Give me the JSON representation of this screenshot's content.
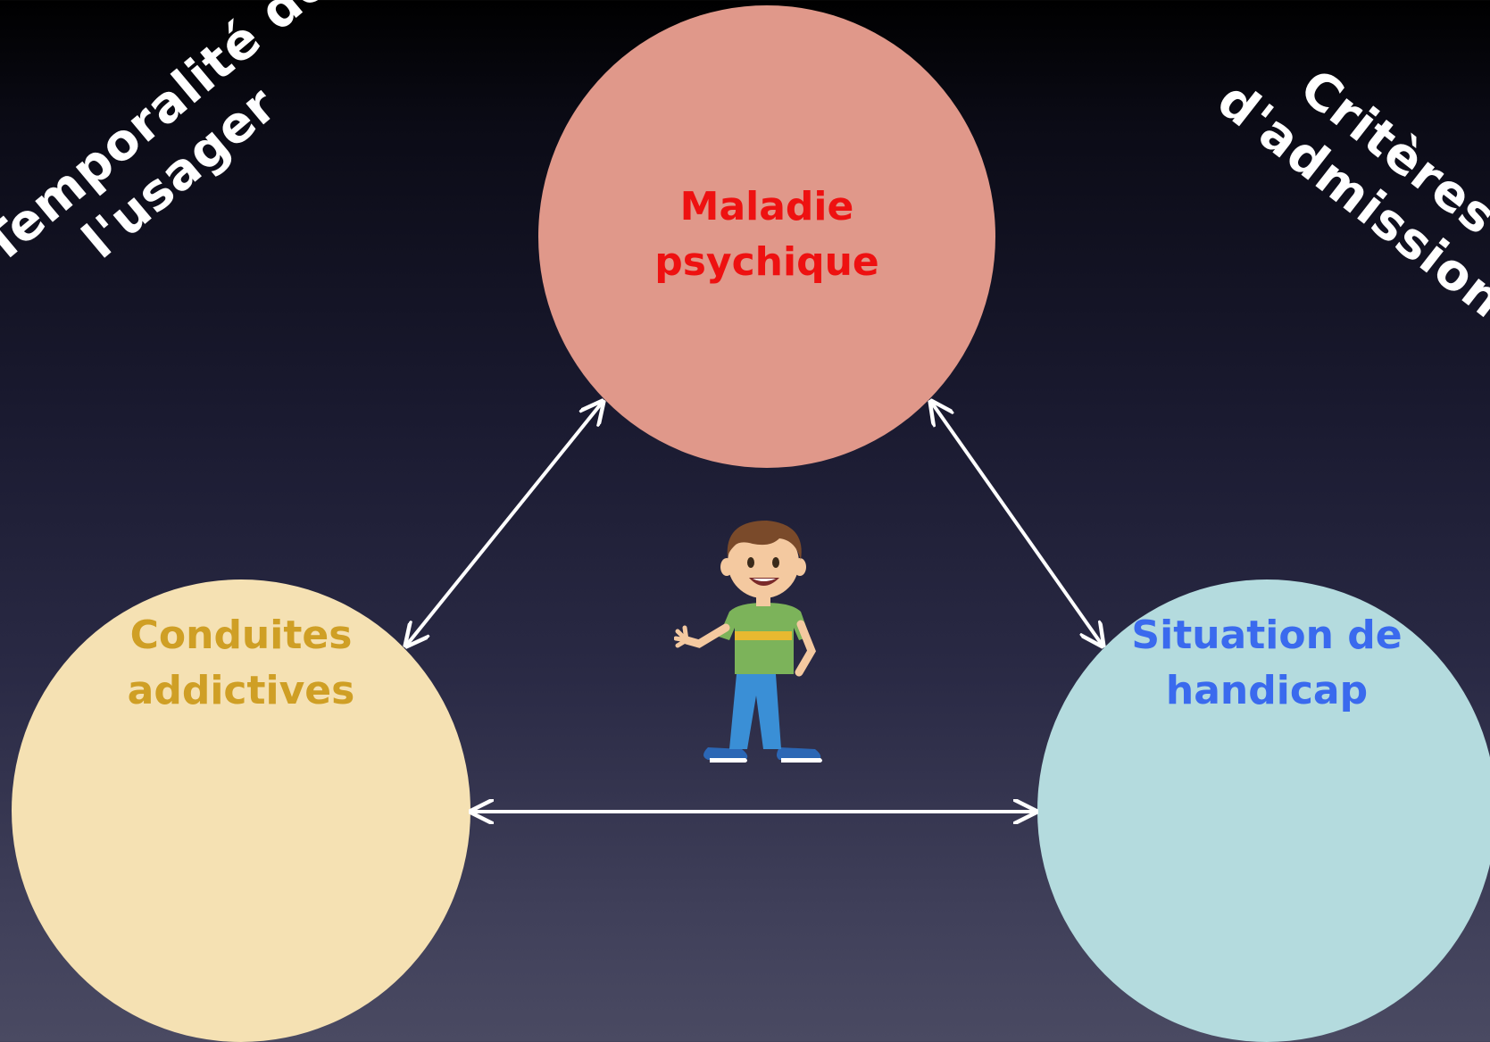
{
  "corner_labels": {
    "left": {
      "line1": "Temporalité de",
      "line2": "l'usager"
    },
    "right": {
      "line1": "Critères",
      "line2": "d'admission"
    }
  },
  "circles": {
    "top": {
      "label": "Maladie\npsychique",
      "fill": "#e0988a",
      "text_color": "#ee1111"
    },
    "left": {
      "label": "Conduites\naddictives",
      "fill": "#f5e1b3",
      "text_color": "#cf9f25"
    },
    "right": {
      "label": "Situation de\nhandicap",
      "fill": "#b4dbde",
      "text_color": "#3a6aee"
    }
  },
  "colors": {
    "arrow": "#ffffff"
  },
  "center_figure": {
    "icon": "waving-boy-icon"
  }
}
